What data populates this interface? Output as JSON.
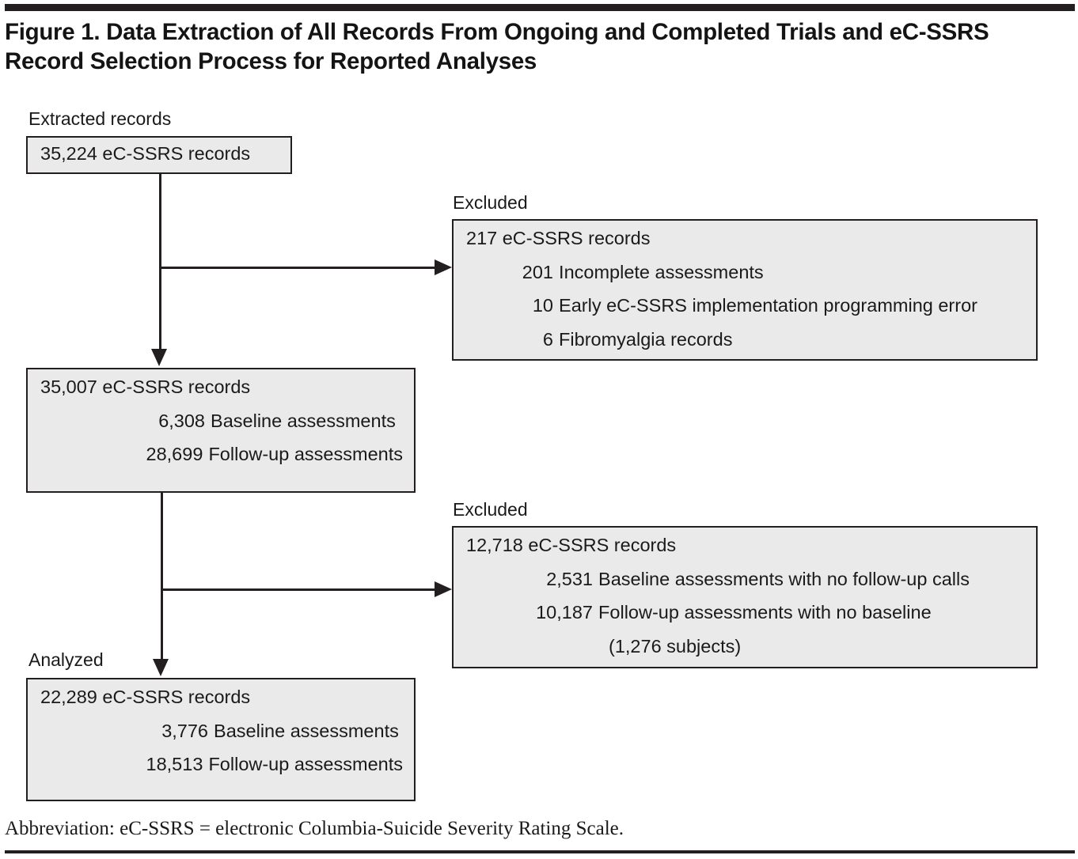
{
  "figure": {
    "title": "Figure 1. Data Extraction of All Records From Ongoing and Completed Trials and eC-SSRS Record Selection Process for Reported Analyses",
    "footnote": "Abbreviation: eC-SSRS = electronic Columbia-Suicide Severity Rating Scale."
  },
  "colors": {
    "rule": "#231f20",
    "box_border": "#231f20",
    "box_fill": "#eaeaea",
    "text": "#1a1a1a"
  },
  "captions": {
    "extracted": "Extracted records",
    "excluded_1": "Excluded",
    "excluded_2": "Excluded",
    "analyzed": "Analyzed"
  },
  "boxes": {
    "extracted": {
      "head": "35,224 eC-SSRS records",
      "sub": []
    },
    "excluded_1": {
      "head": "217 eC-SSRS records",
      "sub": [
        {
          "num": "201",
          "txt": "Incomplete assessments"
        },
        {
          "num": "10",
          "txt": "Early eC-SSRS implementation programming error"
        },
        {
          "num": "6",
          "txt": "Fibromyalgia records"
        }
      ]
    },
    "step2": {
      "head": "35,007 eC-SSRS records",
      "sub": [
        {
          "num": "6,308",
          "txt": "Baseline assessments"
        },
        {
          "num": "28,699",
          "txt": "Follow-up assessments"
        }
      ]
    },
    "excluded_2": {
      "head": "12,718 eC-SSRS records",
      "sub": [
        {
          "num": "2,531",
          "txt": "Baseline assessments with no follow-up calls"
        },
        {
          "num": "10,187",
          "txt": "Follow-up assessments with no baseline"
        }
      ],
      "continuation": "(1,276 subjects)"
    },
    "analyzed": {
      "head": "22,289 eC-SSRS records",
      "sub": [
        {
          "num": "3,776",
          "txt": "Baseline assessments"
        },
        {
          "num": "18,513",
          "txt": "Follow-up assessments"
        }
      ]
    }
  }
}
